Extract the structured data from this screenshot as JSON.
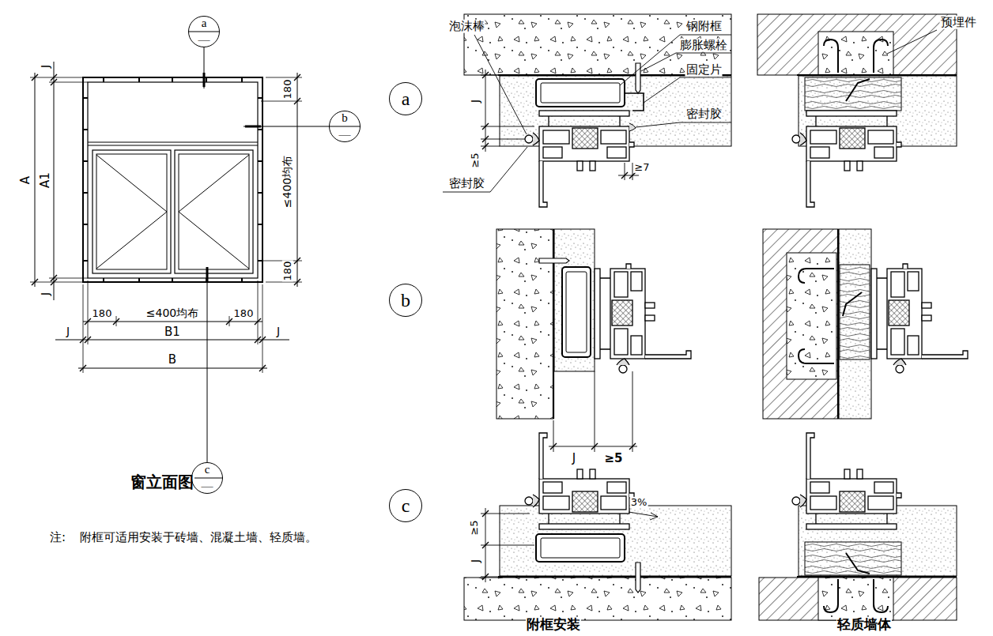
{
  "diagram": {
    "nodes": [
      {
        "text": [
          "a",
          "—"
        ]
      },
      {
        "text": [
          "b",
          "—"
        ]
      },
      {
        "text": [
          "c",
          "—"
        ]
      },
      {
        "text": [
          "a"
        ]
      },
      {
        "text": [
          "b"
        ]
      },
      {
        "text": [
          "c"
        ]
      }
    ],
    "labels": [
      "J",
      "A",
      "A1",
      "J",
      "180",
      "≤400均布",
      "180",
      "180",
      "≤400均布",
      "180",
      "J",
      "B1",
      "J",
      "B",
      "窗立面图",
      "注:",
      "附框可适用安装于砖墙、混凝土墙、轻质墙。",
      "泡沫棒",
      "钢附框",
      "膨胀螺栓",
      "固定片",
      "密封胶",
      "J",
      "≥5",
      "密封胶",
      "≥7",
      "预埋件",
      "J",
      "≥5",
      "3%",
      "J",
      "≥5",
      "附框安装",
      "轻质墙体"
    ]
  }
}
